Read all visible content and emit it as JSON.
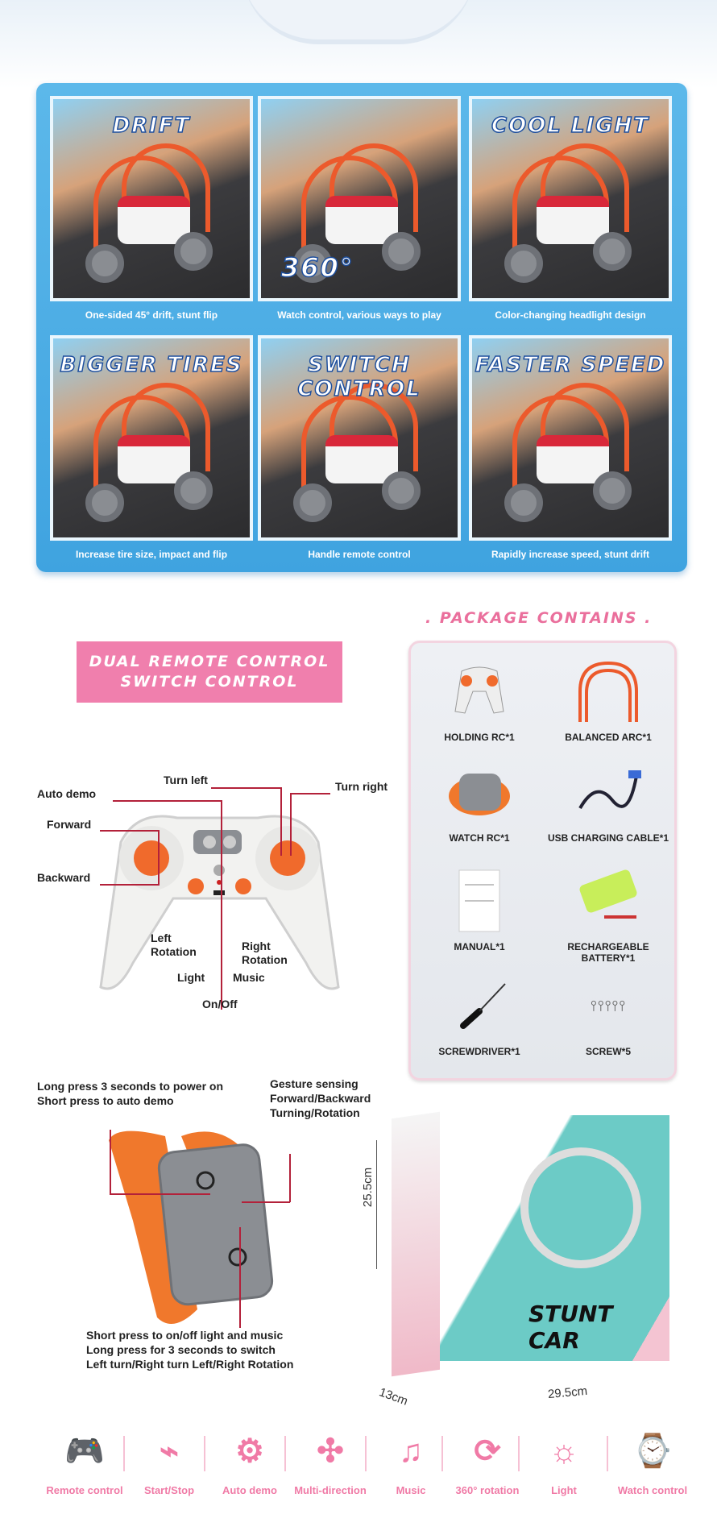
{
  "features_grid": [
    {
      "title": "DRIFT",
      "caption": "One-sided 45° drift, stunt flip"
    },
    {
      "title": "360°",
      "caption": "Watch control, various ways to play"
    },
    {
      "title": "COOL LIGHT",
      "caption": "Color-changing headlight design"
    },
    {
      "title": "BIGGER TIRES",
      "caption": "Increase tire size, impact and flip"
    },
    {
      "title": "SWITCH CONTROL",
      "caption": "Handle remote control"
    },
    {
      "title": "FASTER SPEED",
      "caption": "Rapidly increase speed, stunt drift"
    }
  ],
  "banner": {
    "line1": "DUAL REMOTE CONTROL",
    "line2": "SWITCH CONTROL"
  },
  "package": {
    "title": ". PACKAGE CONTAINS .",
    "items": [
      "HOLDING RC*1",
      "BALANCED ARC*1",
      "WATCH RC*1",
      "USB CHARGING CABLE*1",
      "MANUAL*1",
      "RECHARGEABLE BATTERY*1",
      "SCREWDRIVER*1",
      "SCREW*5"
    ]
  },
  "controller_labels": {
    "turn_left": "Turn left",
    "auto_demo": "Auto demo",
    "turn_right": "Turn right",
    "forward": "Forward",
    "backward": "Backward",
    "left_rotation": "Left Rotation",
    "right_rotation": "Right Rotation",
    "light": "Light",
    "music": "Music",
    "on_off": "On/Off"
  },
  "watch": {
    "power": [
      "Long press 3 seconds to power on",
      "Short press to auto demo"
    ],
    "gesture": [
      "Gesture sensing",
      "Forward/Backward",
      "Turning/Rotation"
    ],
    "switch": [
      "Short press to on/off light and music",
      "Long press for 3 seconds to switch",
      "Left turn/Right turn Left/Right Rotation"
    ]
  },
  "box": {
    "brand": "STUNT CAR",
    "height": "25.5cm",
    "depth": "13cm",
    "width": "29.5cm"
  },
  "features": [
    "Remote control",
    "Start/Stop",
    "Auto demo",
    "Multi-direction",
    "Music",
    "360° rotation",
    "Light",
    "Watch control"
  ],
  "colors": {
    "accent_pink": "#f07fad",
    "panel_blue": "#4aa9e4",
    "line_red": "#b3213a"
  }
}
